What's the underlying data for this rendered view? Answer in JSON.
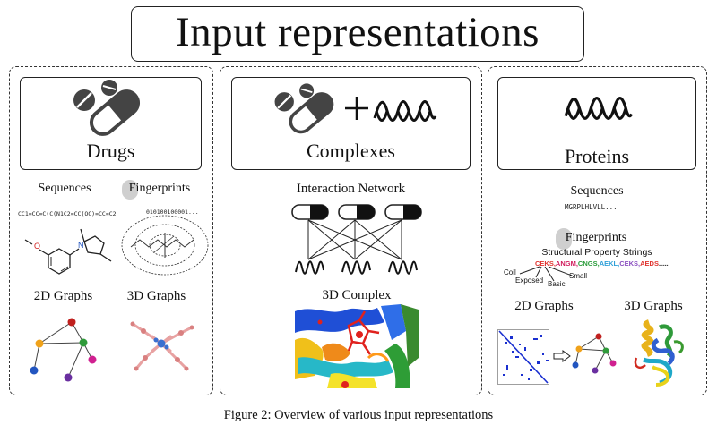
{
  "title": "Input representations",
  "caption": "Figure 2: Overview of various input representations",
  "drugs": {
    "label": "Drugs",
    "sequences": "Sequences",
    "fingerprints": "Fingerprints",
    "smiles": "CC1=CC=C(C(N1C2=CC(OC)=CC=C2",
    "bitstring": "010100100001...",
    "graphs2d": "2D Graphs",
    "graphs3d": "3D Graphs"
  },
  "complexes": {
    "label": "Complexes",
    "network": "Interaction Network",
    "complex3d": "3D Complex"
  },
  "proteins": {
    "label": "Proteins",
    "sequences": "Sequences",
    "sequence_text": "MGRPLHLVLL...",
    "fingerprints": "Fingerprints",
    "sps_title": "Structural Property Strings",
    "sps_codes": [
      {
        "text": "CEKS,",
        "color": "#e0332e"
      },
      {
        "text": "ANGM,",
        "color": "#d0185a"
      },
      {
        "text": "CNGS,",
        "color": "#2a9c3a"
      },
      {
        "text": "AEKL,",
        "color": "#2e9fd8"
      },
      {
        "text": "CEKS,",
        "color": "#8a4fc0"
      },
      {
        "text": "AEDS",
        "color": "#e0332e"
      },
      {
        "text": "......",
        "color": "#111111"
      }
    ],
    "sps_labels": {
      "coil": "Coil",
      "exposed": "Exposed",
      "basic": "Basic",
      "small": "Small"
    },
    "graphs2d": "2D Graphs",
    "graphs3d": "3D Graphs"
  },
  "colors": {
    "node_red": "#c0201e",
    "node_orange": "#f0a21a",
    "node_green": "#2f9a3a",
    "node_blue": "#2255c0",
    "node_magenta": "#d02090",
    "node_purple": "#6a2fa0"
  }
}
